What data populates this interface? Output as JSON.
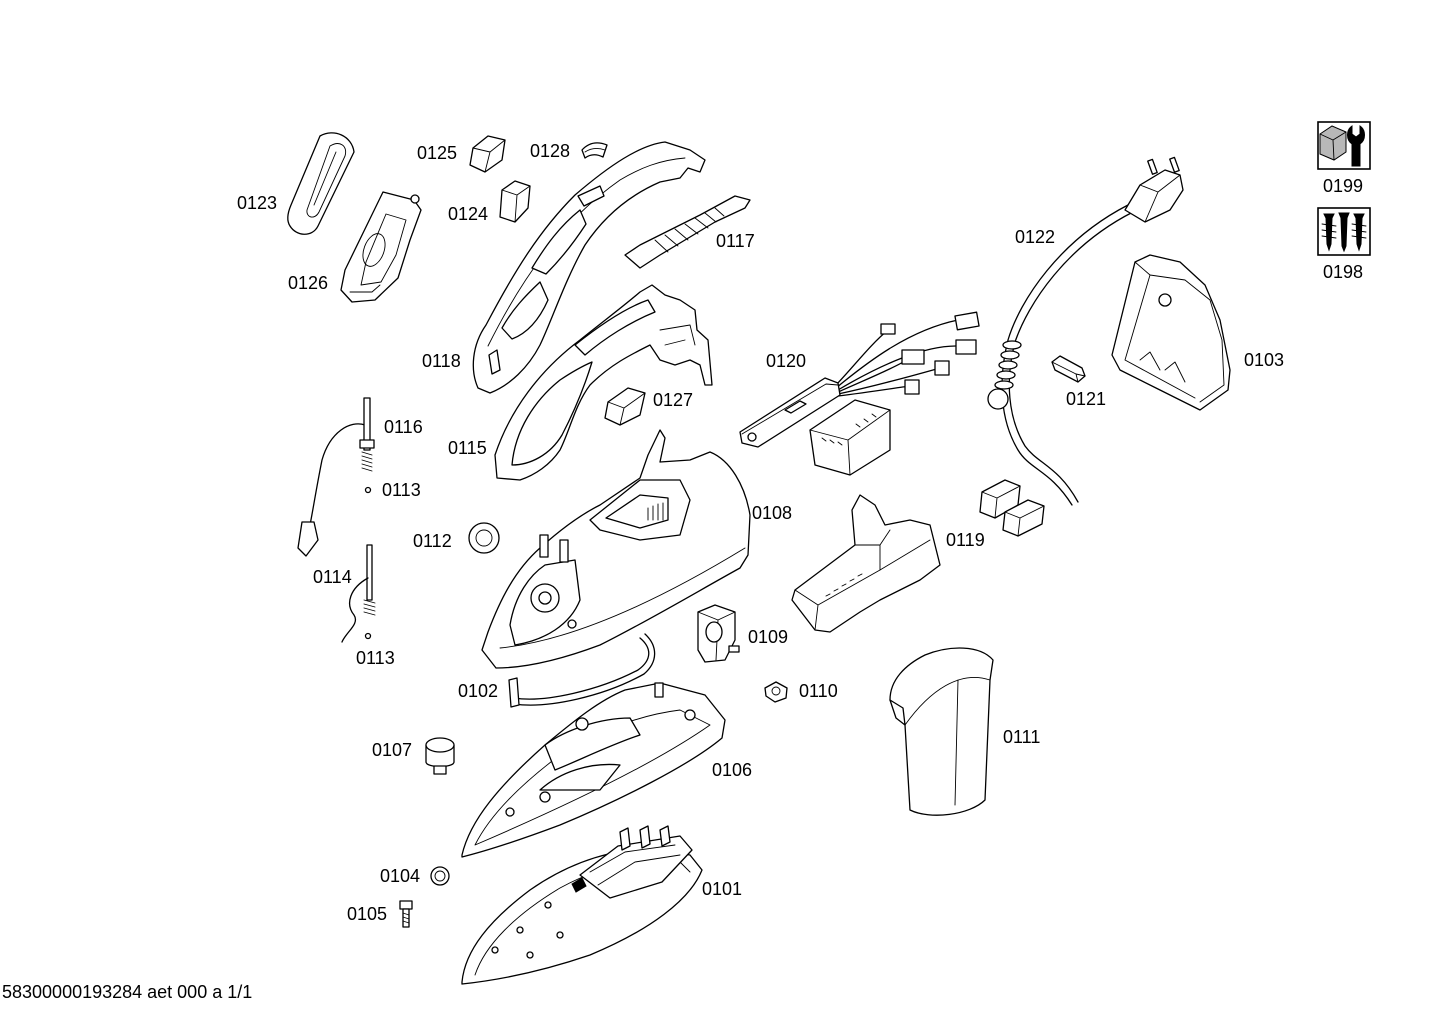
{
  "callouts": [
    "0123",
    "0125",
    "0128",
    "0124",
    "0126",
    "0117",
    "0118",
    "0127",
    "0116",
    "0115",
    "0113",
    "0112",
    "0108",
    "0114",
    "0113",
    "0109",
    "0102",
    "0110",
    "0107",
    "0106",
    "0104",
    "0105",
    "0101",
    "0120",
    "0122",
    "0121",
    "0103",
    "0119",
    "0111"
  ],
  "reference_icons": [
    {
      "label": "0199",
      "icon": "wrench-nut-icon"
    },
    {
      "label": "0198",
      "icon": "screws-icon"
    }
  ],
  "footer": "58300000193284 aet 000 a 1/1"
}
